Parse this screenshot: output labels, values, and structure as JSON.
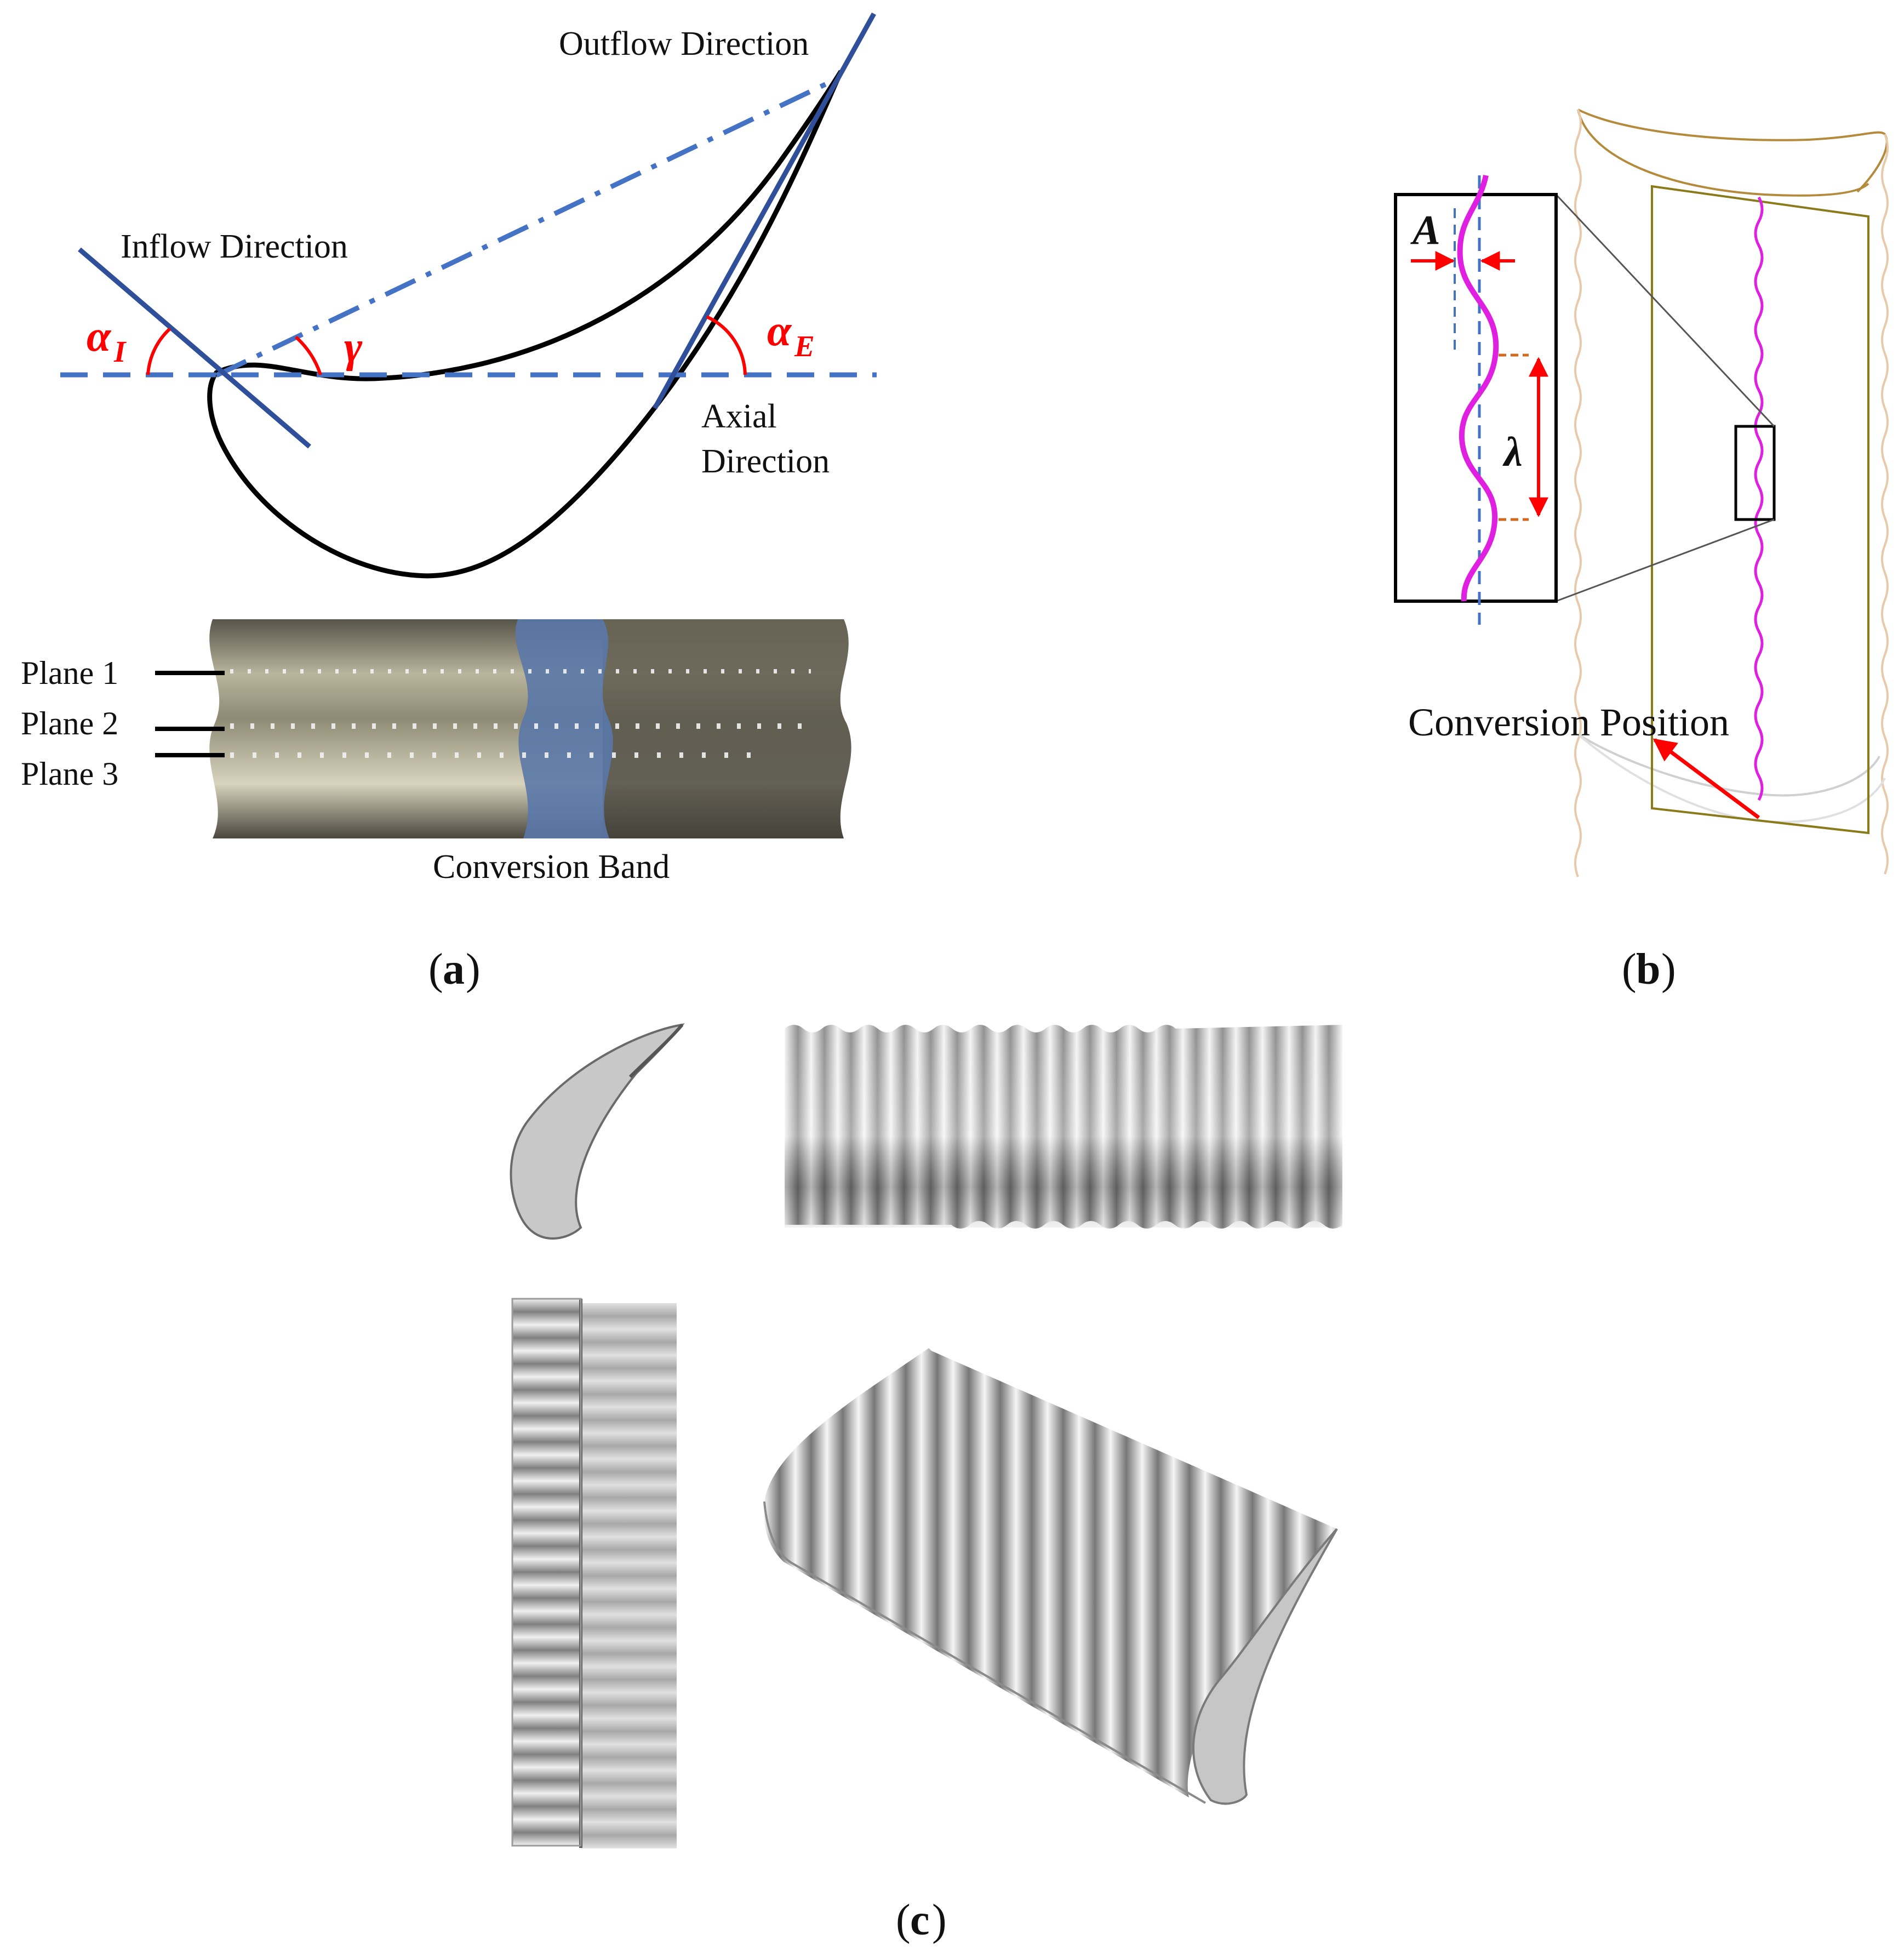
{
  "panel_a": {
    "outflow_label": "Outflow Direction",
    "inflow_label": "Inflow Direction",
    "axial_label_line1": "Axial",
    "axial_label_line2": "Direction",
    "alpha_i_main": "α",
    "alpha_i_sub": "I",
    "gamma": "γ",
    "alpha_e_main": "α",
    "alpha_e_sub": "E",
    "plane1": "Plane 1",
    "plane2": "Plane 2",
    "plane3": "Plane 3",
    "conversion_band": "Conversion Band",
    "caption": "a"
  },
  "panel_b": {
    "amplitude_symbol": "A",
    "wavelength_symbol": "λ",
    "conversion_position": "Conversion Position",
    "caption": "b"
  },
  "panel_c": {
    "caption": "c"
  },
  "colors": {
    "blade_outline": "#000000",
    "direction_line": "#2f4f9a",
    "dashed_line": "#4472c4",
    "angle_mark": "#ff0000",
    "wavy_line": "#e020e0",
    "conversion_band": "#5a78a8",
    "blade_surface": "#6e6a5a",
    "geometry_grey": "#b8b8b8"
  }
}
